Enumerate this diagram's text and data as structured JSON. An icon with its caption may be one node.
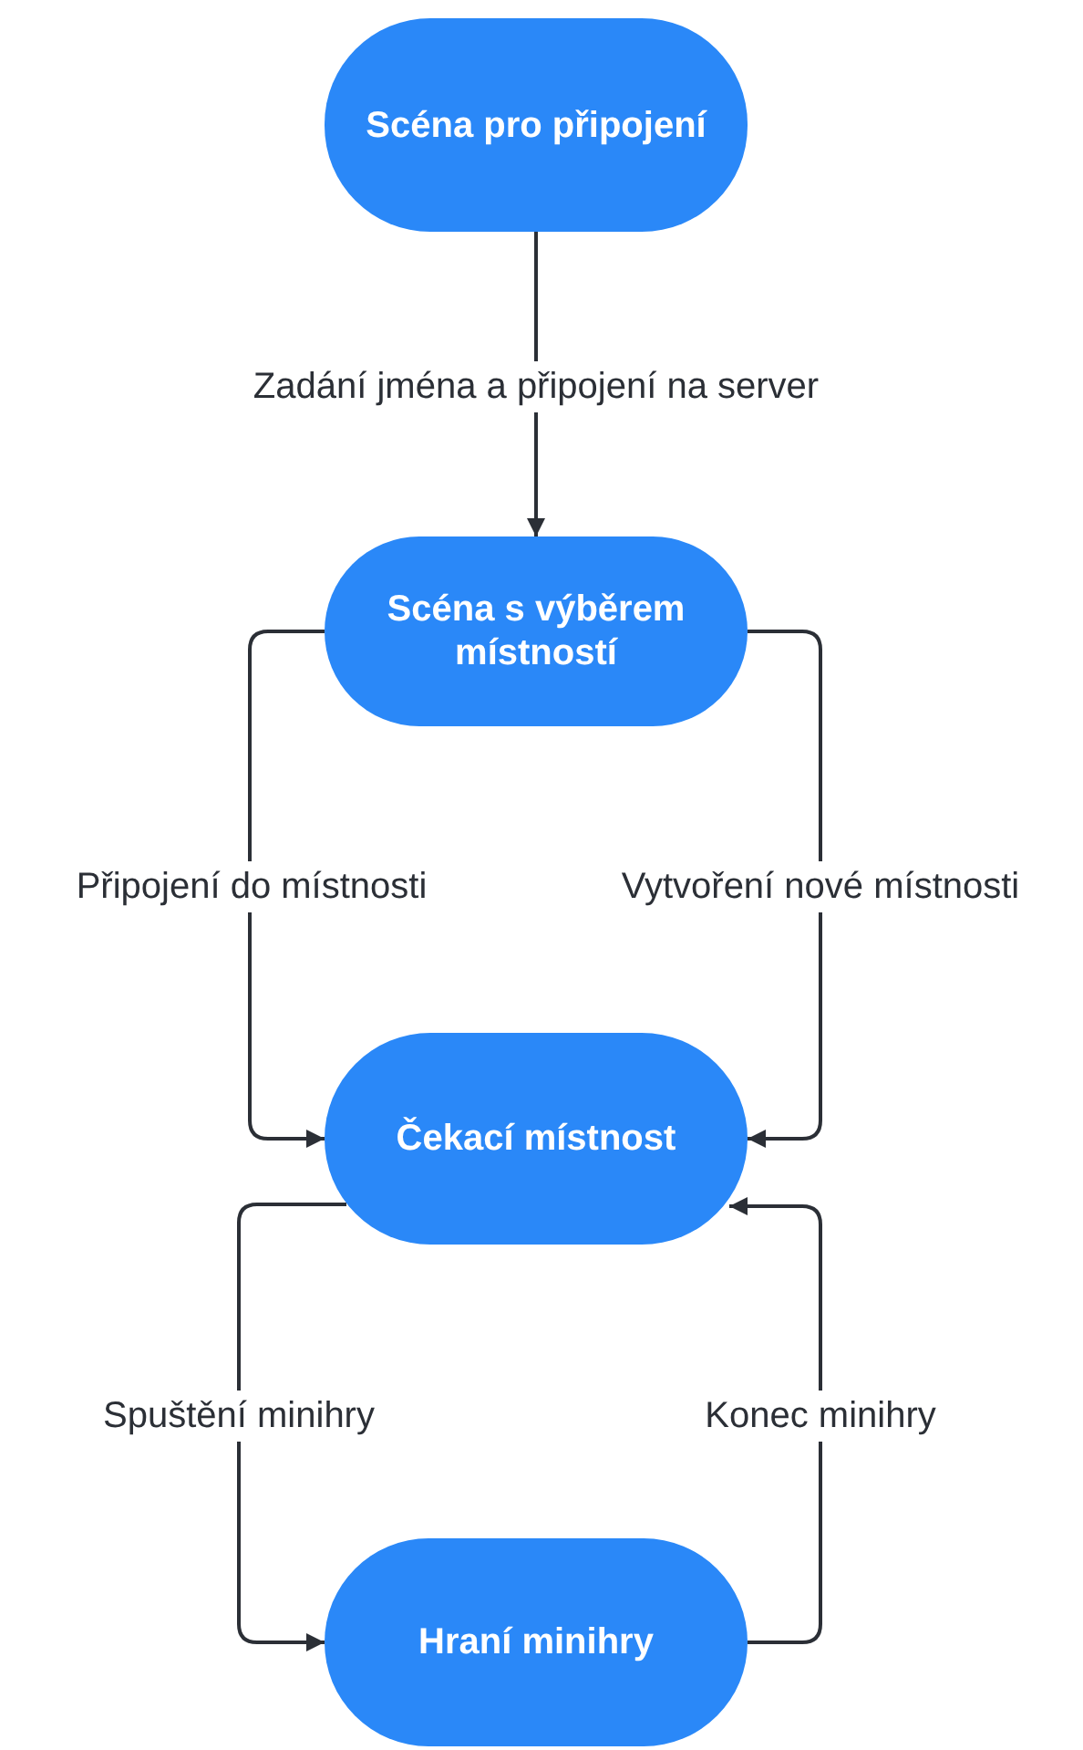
{
  "diagram": {
    "nodes": [
      {
        "text": [
          "Scéna pro připojení"
        ]
      },
      {
        "text": [
          "Scéna s výběrem místností"
        ]
      },
      {
        "text": [
          "Čekací místnost"
        ]
      },
      {
        "text": [
          "Hraní minihry"
        ]
      }
    ],
    "edges": [
      {
        "from": 0,
        "to": 1,
        "arrow": "to",
        "label": "Zadání jména a připojení na server"
      },
      {
        "from": 1,
        "to": 2,
        "arrow": "to",
        "label": "Připojení do místnosti"
      },
      {
        "from": 1,
        "to": 2,
        "arrow": "to",
        "label": "Vytvoření nové místnosti"
      },
      {
        "from": 2,
        "to": 3,
        "arrow": "to",
        "label": "Spuštění minihry"
      },
      {
        "from": 3,
        "to": 2,
        "arrow": "to",
        "label": "Konec minihry"
      }
    ]
  }
}
